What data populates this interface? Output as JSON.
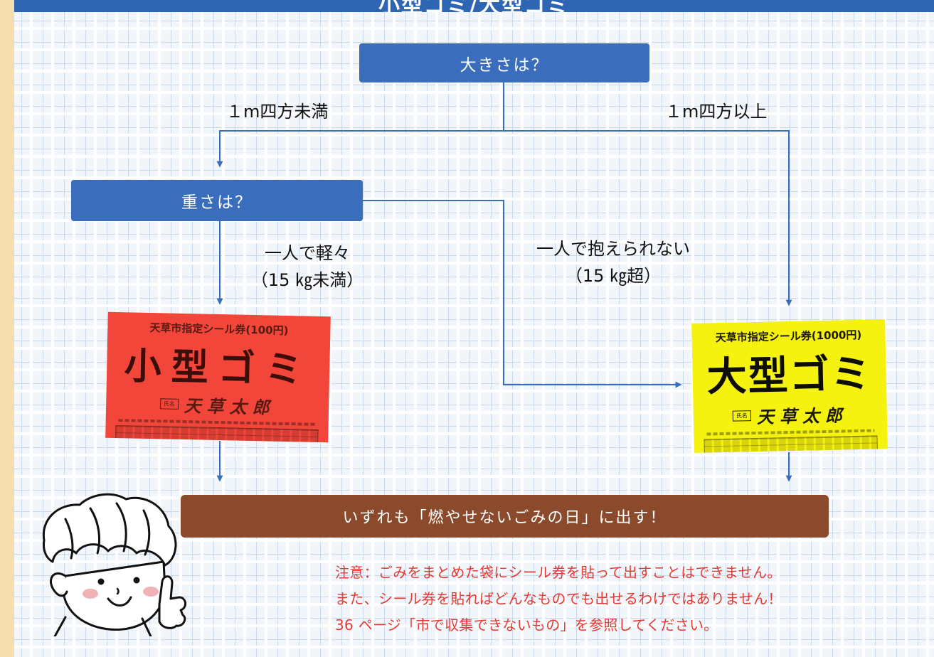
{
  "header": {
    "title": "小型ゴミ/大型ゴミ"
  },
  "flow": {
    "size_question": "大きさは？",
    "size_small_label": "１m四方未満",
    "size_large_label": "１m四方以上",
    "weight_question": "重さは？",
    "weight_light_label_1": "一人で軽々",
    "weight_light_label_2": "（15 ㎏未満）",
    "weight_heavy_label_1": "一人で抱えられない",
    "weight_heavy_label_2": "（15 ㎏超）",
    "result": "いずれも「燃やせないごみの日」に出す！"
  },
  "stickers": {
    "small": {
      "header": "天草市指定シール券(100円)",
      "main": "小型ゴミ",
      "name_label": "氏名",
      "name": "天草太郎",
      "color": "#f2463a"
    },
    "large": {
      "header": "天草市指定シール券(1000円)",
      "main": "大型ゴミ",
      "name_label": "氏名",
      "name": "天草太郎",
      "color": "#f6f20f"
    }
  },
  "note": {
    "line1": "注意：ごみをまとめた袋にシール券を貼って出すことはできません。",
    "line2": "また、シール券を貼ればどんなものでも出せるわけではありません！",
    "line3": "36 ページ「市で収集できないもの」を参照してください。"
  },
  "colors": {
    "box_blue": "#3a6ebd",
    "result_brown": "#8a4a2b",
    "note_red": "#e23b35",
    "arrow_blue": "#3a6ebd"
  },
  "icons": {
    "mascot": "child-thumbs-up-icon"
  }
}
